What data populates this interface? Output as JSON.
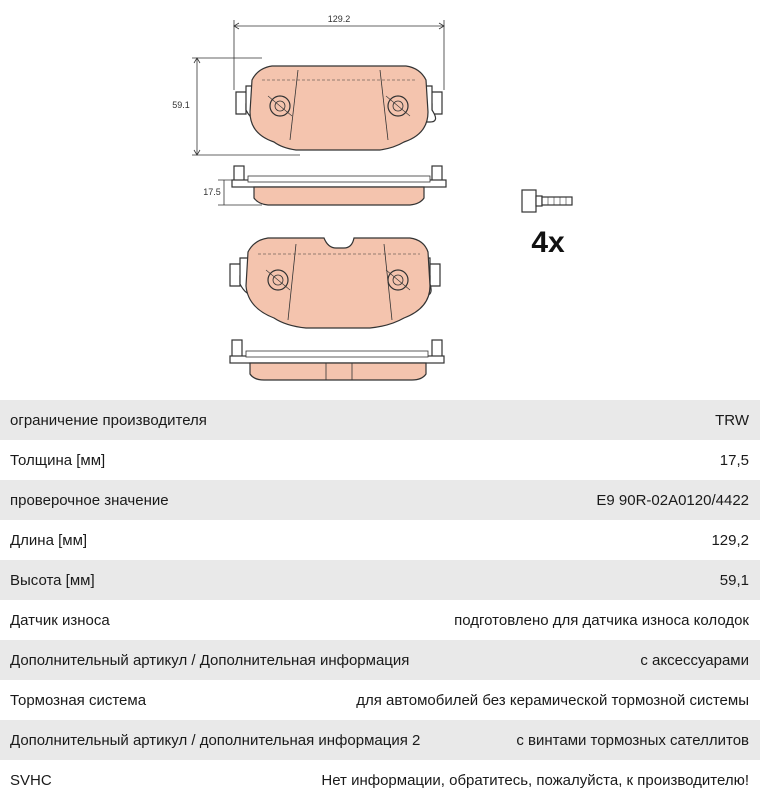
{
  "drawing": {
    "dim_length": "129.2",
    "dim_height": "59.1",
    "dim_thickness": "17.5",
    "quantity": "4x",
    "pad_color": "#f4c4ae",
    "line_color": "#333333"
  },
  "specs": [
    {
      "label": "ограничение производителя",
      "value": "TRW"
    },
    {
      "label": "Толщина [мм]",
      "value": "17,5"
    },
    {
      "label": "проверочное значение",
      "value": "E9 90R-02A0120/4422"
    },
    {
      "label": "Длина [мм]",
      "value": "129,2"
    },
    {
      "label": "Высота [мм]",
      "value": "59,1"
    },
    {
      "label": "Датчик износа",
      "value": "подготовлено для датчика износа колодок"
    },
    {
      "label": "Дополнительный артикул / Дополнительная информация",
      "value": "с аксессуарами"
    },
    {
      "label": "Тормозная система",
      "value": "для автомобилей без керамической тормозной системы"
    },
    {
      "label": "Дополнительный артикул / дополнительная информация 2",
      "value": "с винтами тормозных сателлитов"
    },
    {
      "label": "SVHC",
      "value": "Нет информации, обратитесь, пожалуйста, к производителю!"
    }
  ]
}
